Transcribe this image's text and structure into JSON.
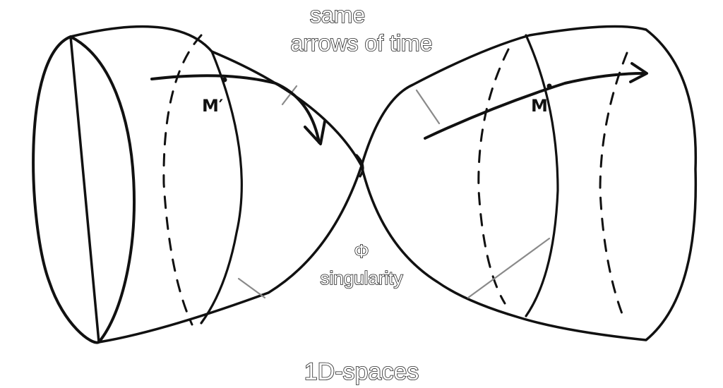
{
  "labels": {
    "top_line1": "same",
    "top_line2": "arrows of time",
    "point_left": "M′",
    "point_right": "M",
    "phi_symbol": "Φ",
    "singularity": "singularity",
    "bottom": "1D-spaces"
  },
  "colors": {
    "ink": "#111111",
    "grey_line": "#8a8a8a",
    "cavity_dark": "#8c8c8c",
    "cavity_light": "#ffffff"
  }
}
